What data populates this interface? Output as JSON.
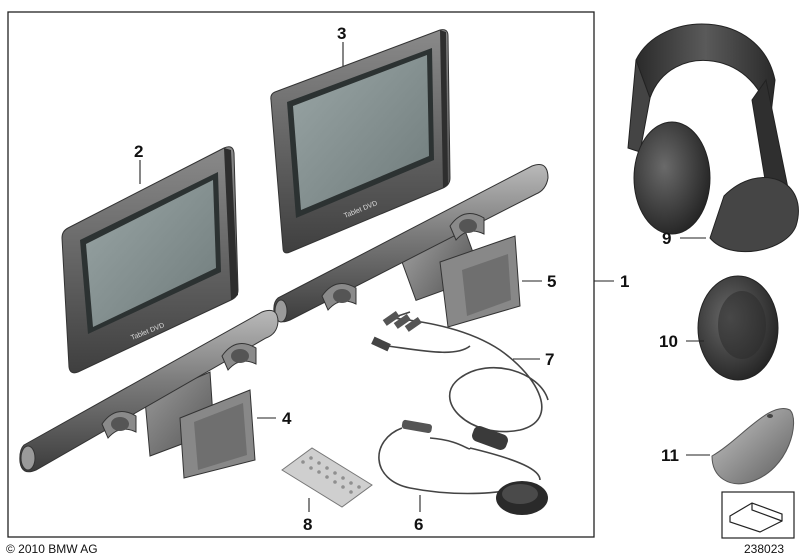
{
  "callouts": {
    "c1": "1",
    "c2": "2",
    "c3": "3",
    "c4": "4",
    "c5": "5",
    "c6": "6",
    "c7": "7",
    "c8": "8",
    "c9": "9",
    "c10": "10",
    "c11": "11"
  },
  "screen_label": "Tablet DVD",
  "copyright": "© 2010 BMW AG",
  "diagram_number": "238023"
}
